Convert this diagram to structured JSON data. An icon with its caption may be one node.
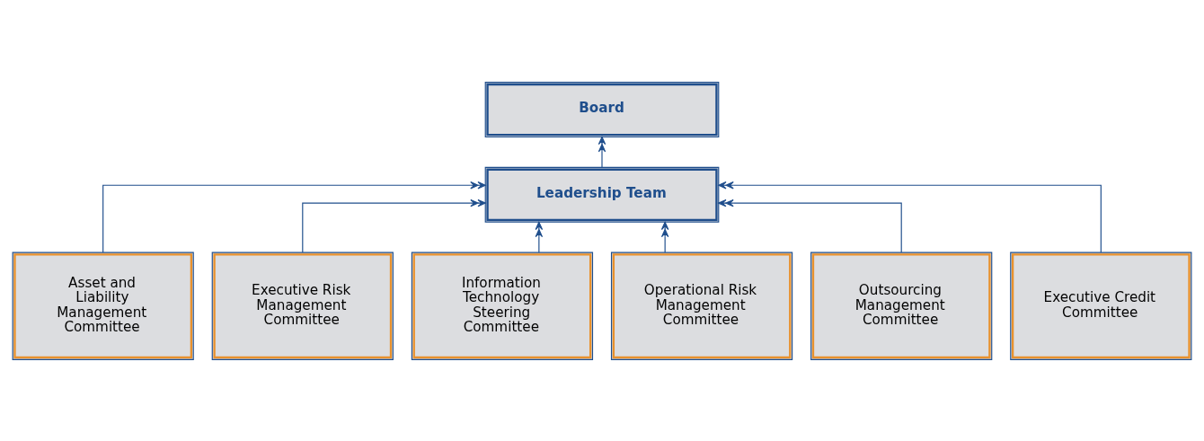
{
  "diagram": {
    "nodes": [
      {
        "text": [
          "Board"
        ]
      },
      {
        "text": [
          "Leadership Team"
        ]
      },
      {
        "text": [
          "Asset and Liability Management Committee"
        ]
      },
      {
        "text": [
          "Executive Risk Management Committee"
        ]
      },
      {
        "text": [
          "Information Technology Steering Committee"
        ]
      },
      {
        "text": [
          "Operational Risk Management Committee"
        ]
      },
      {
        "text": [
          "Outsourcing Management Committee"
        ]
      },
      {
        "text": [
          "Executive Credit Committee"
        ]
      }
    ],
    "edges": [
      {
        "from": 1,
        "to": 0,
        "arrow": "to"
      },
      {
        "from": 2,
        "to": 1,
        "arrow": "to"
      },
      {
        "from": 3,
        "to": 1,
        "arrow": "to"
      },
      {
        "from": 4,
        "to": 1,
        "arrow": "to"
      },
      {
        "from": 5,
        "to": 1,
        "arrow": "to"
      },
      {
        "from": 6,
        "to": 1,
        "arrow": "to"
      },
      {
        "from": 7,
        "to": 1,
        "arrow": "to"
      }
    ]
  }
}
